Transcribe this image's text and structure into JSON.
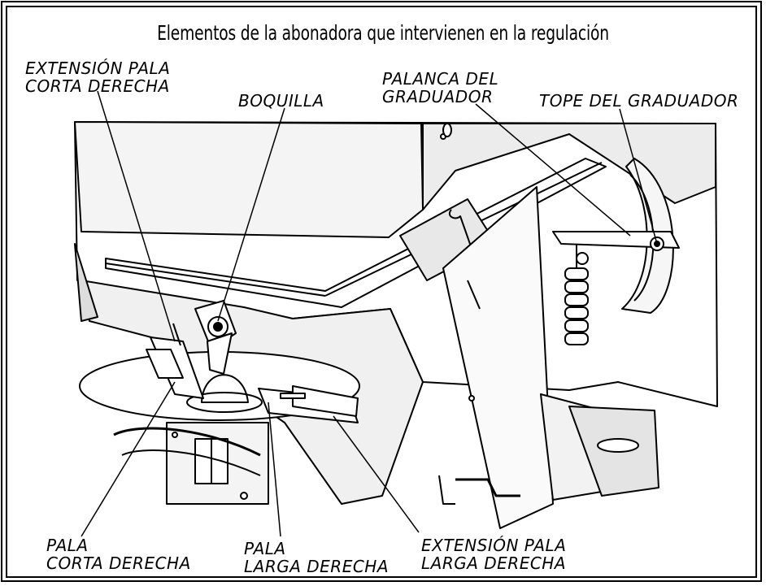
{
  "title": "Elementos de la abonadora que intervienen en la regulación",
  "labels": {
    "extension_pala_corta_1": "EXTENSIÓN PALA",
    "extension_pala_corta_2": "CORTA DERECHA",
    "boquilla": "BOQUILLA",
    "palanca_1": "PALANCA DEL",
    "palanca_2": "GRADUADOR",
    "tope": "TOPE DEL GRADUADOR",
    "pala_corta_1": "PALA",
    "pala_corta_2": "CORTA DERECHA",
    "pala_larga_1": "PALA",
    "pala_larga_2": "LARGA DERECHA",
    "extension_pala_larga_1": "EXTENSIÓN PALA",
    "extension_pala_larga_2": "LARGA DERECHA"
  },
  "colors": {
    "ink": "#000000",
    "paper": "#ffffff",
    "shade": "#e6e6e6",
    "dark": "#1a1a1a"
  }
}
